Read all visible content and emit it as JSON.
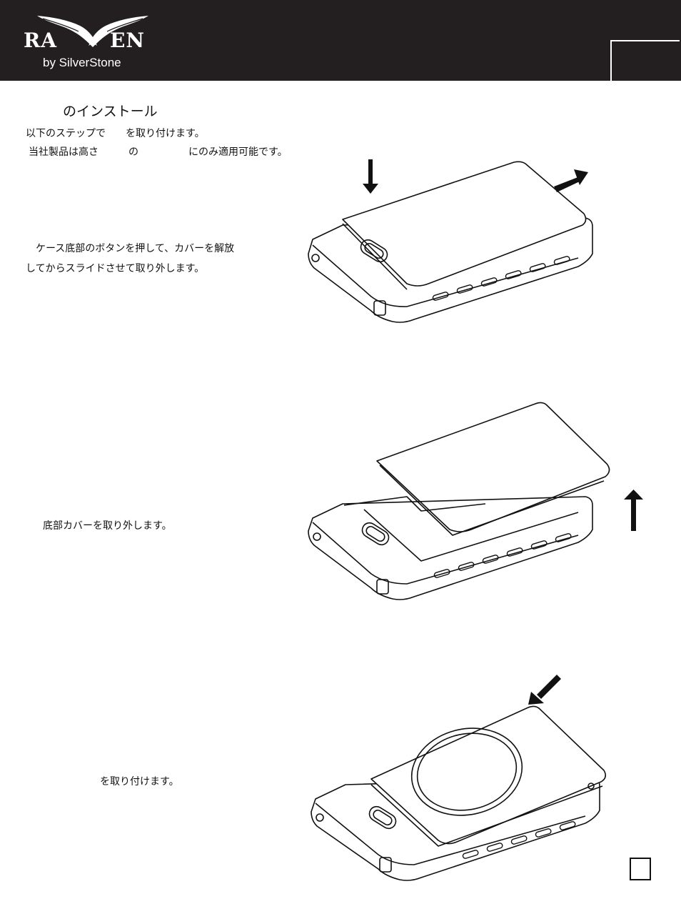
{
  "header": {
    "logo_left": "RA",
    "logo_right": "EN",
    "logo_sub": "by SilverStone"
  },
  "section": {
    "title": "のインストール",
    "intro1": "以下のステップで　　を取り付けます。",
    "intro2": "当社製品は高さ　　　の　　　　　にのみ適用可能です。"
  },
  "steps": [
    {
      "line1": "　ケース底部のボタンを押して、カバーを解放",
      "line2": "してからスライドさせて取り外します。"
    },
    {
      "line1": "底部カバーを取り外します。"
    },
    {
      "line1": "を取り付けます。"
    }
  ]
}
